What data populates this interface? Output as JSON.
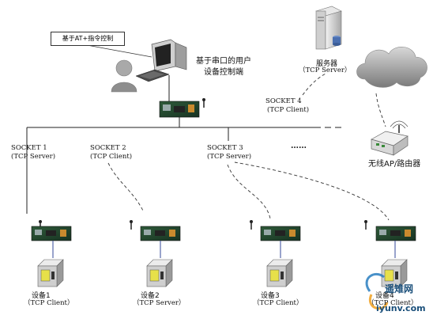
{
  "callout": "基于AT+指令控制",
  "controller": {
    "line1": "基于串口的用户",
    "line2": "设备控制端"
  },
  "server": {
    "name": "服务器",
    "role": "（TCP Server）"
  },
  "router": {
    "name": "无线AP/路由器"
  },
  "sockets": [
    {
      "name": "SOCKET 1",
      "role": "(TCP Server)"
    },
    {
      "name": "SOCKET 2",
      "role": "(TCP Client)"
    },
    {
      "name": "SOCKET 3",
      "role": "(TCP Server)"
    },
    {
      "name": "SOCKET 4",
      "role": "(TCP Client)"
    }
  ],
  "ellipsis": "……",
  "devices": [
    {
      "name": "设备1",
      "role": "（TCP Client）"
    },
    {
      "name": "设备2",
      "role": "（TCP Server）"
    },
    {
      "name": "设备3",
      "role": "（TCP Client）"
    },
    {
      "name": "设备4",
      "role": "（TCP Client）"
    }
  ],
  "watermark": {
    "cn": "遥雉网",
    "url": "iyunv.com"
  }
}
